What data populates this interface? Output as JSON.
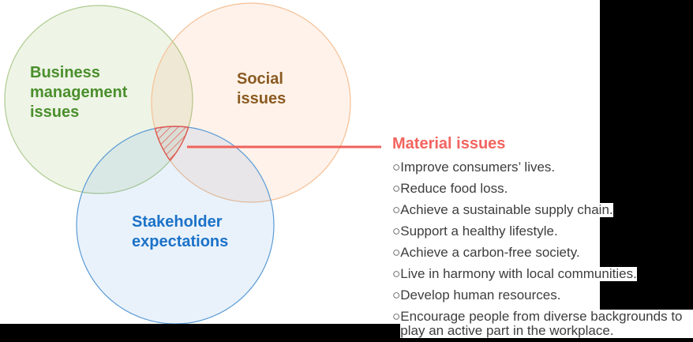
{
  "venn": {
    "business_label": "Business\nmanagement\nissues",
    "social_label": "Social\nissues",
    "stakeholder_label": "Stakeholder\nexpectations"
  },
  "material": {
    "title": "Material issues",
    "marker": "○",
    "items": [
      "Improve consumers’ lives.",
      "Reduce food loss.",
      "Achieve a sustainable supply chain.",
      "Support a healthy lifestyle.",
      "Achieve a carbon-free society.",
      "Live in harmony with local communities.",
      "Develop human resources.",
      "Encourage people from diverse backgrounds to play an active part in the workplace."
    ]
  },
  "colors": {
    "business_text": "#4a8f2c",
    "business_stroke": "#aecb8f",
    "social_text": "#8a5a20",
    "social_stroke": "#f5c096",
    "stakeholder_text": "#1b72c8",
    "stakeholder_stroke": "#5b9bd5",
    "material_accent": "#f2645f",
    "hatch_red": "#e0564f",
    "list_text": "#3d3d3d",
    "panel_background": "#ffffff",
    "canvas_background": "#000000"
  }
}
